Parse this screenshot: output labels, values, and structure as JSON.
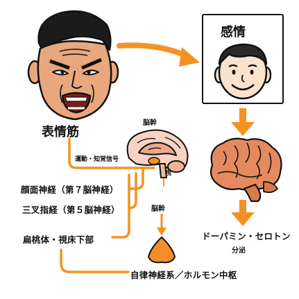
{
  "labels": {
    "expression_muscles": "表情筋",
    "brainstem_top": "脳幹",
    "emotion": "感情",
    "motor_sensory": "運動・知覚信号",
    "thalamus": "視",
    "facial_nerve": "顔面神経（第７脳神経）",
    "trigeminal_nerve": "三叉指経（第５脳神経）",
    "amygdala": "扁桃体・視床下部",
    "brainstem_mid": "脳幹",
    "dopamine": "ドーパミン・セロトン",
    "secretion": "分泌",
    "autonomic": "自律神経系／ホルモン中枢"
  },
  "colors": {
    "arrow_orange": "#f39223",
    "skin": "#e8a77c",
    "brain_pink": "#f1b49b",
    "brain_orange": "#e58a5e",
    "gland_orange": "#f58c2a",
    "ink": "#111111"
  },
  "icons": {
    "angry_face": "angry-face-icon",
    "smiley": "smiley-face-icon",
    "brain_section": "brain-cross-section-icon",
    "brain": "brain-icon",
    "gland": "pituitary-gland-icon"
  }
}
